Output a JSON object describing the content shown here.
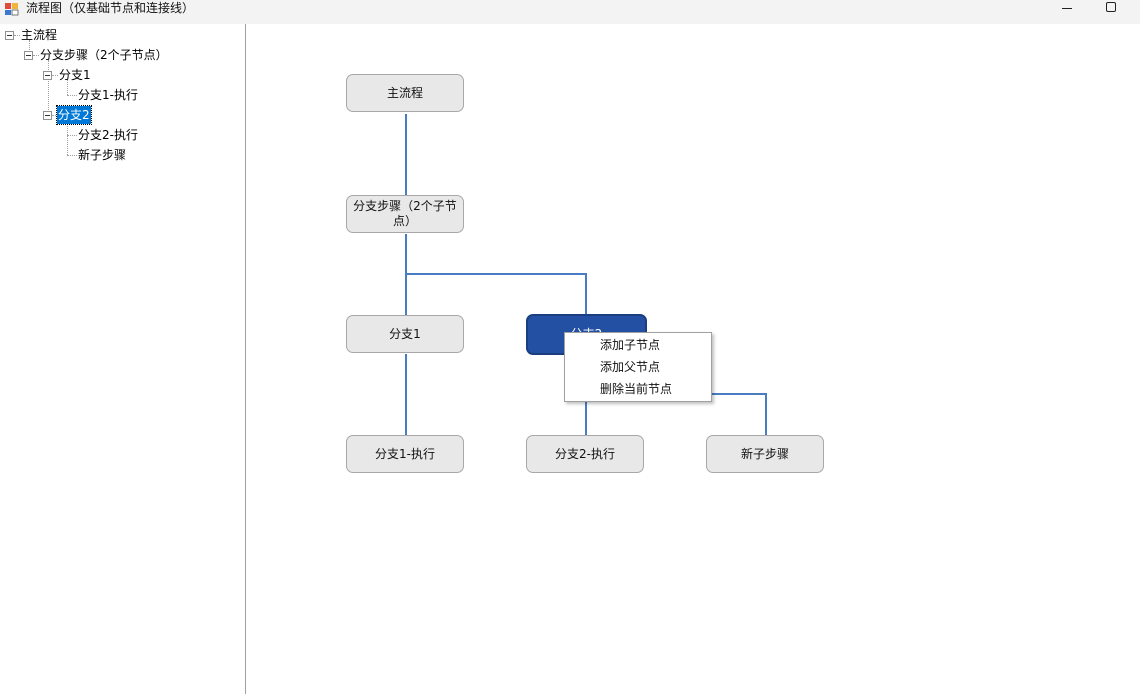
{
  "window": {
    "title": "流程图（仅基础节点和连接线）"
  },
  "tree": {
    "nodes": [
      {
        "label": "主流程",
        "expanded": true
      },
      {
        "label": "分支步骤（2个子节点）",
        "expanded": true
      },
      {
        "label": "分支1",
        "expanded": true
      },
      {
        "label": "分支1-执行"
      },
      {
        "label": "分支2",
        "expanded": true,
        "selected": true
      },
      {
        "label": "分支2-执行"
      },
      {
        "label": "新子步骤"
      }
    ]
  },
  "flowchart": {
    "nodes": {
      "main": "主流程",
      "branch_step": "分支步骤（2个子节点）",
      "branch1": "分支1",
      "branch2": "分支2",
      "branch1_exec": "分支1-执行",
      "branch2_exec": "分支2-执行",
      "new_sub": "新子步骤"
    },
    "active_node": "branch2",
    "connector_color": "#4a7cc4"
  },
  "context_menu": {
    "items": [
      "添加子节点",
      "添加父节点",
      "删除当前节点"
    ]
  }
}
